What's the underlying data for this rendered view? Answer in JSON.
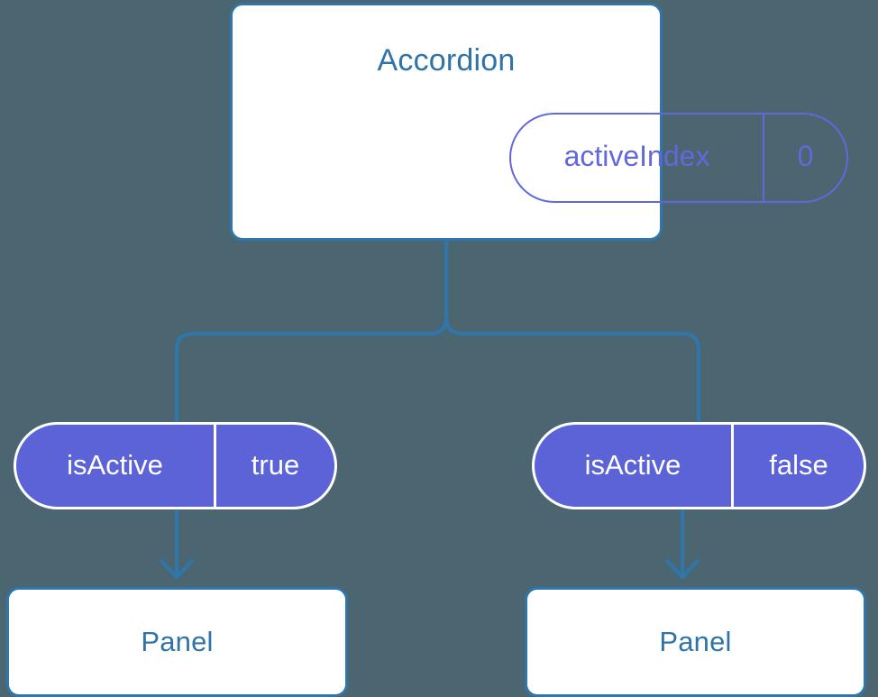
{
  "diagram": {
    "background_color": "#4b6670",
    "accent_blue": "#2e76ab",
    "title_blue": "#2f74a8",
    "pill_indigo": "#5b63d6",
    "pill_outline": "#6068db",
    "card_fill": "#ffffff"
  },
  "accordion": {
    "title": "Accordion",
    "prop": {
      "key": "activeIndex",
      "value": "0"
    }
  },
  "branches": [
    {
      "side": "left",
      "state": {
        "key": "isActive",
        "value": "true"
      },
      "panel_title": "Panel"
    },
    {
      "side": "right",
      "state": {
        "key": "isActive",
        "value": "false"
      },
      "panel_title": "Panel"
    }
  ],
  "connectors": {
    "tree_edge_color": "#2e76ab",
    "arrow_color": "#2e76ab"
  }
}
